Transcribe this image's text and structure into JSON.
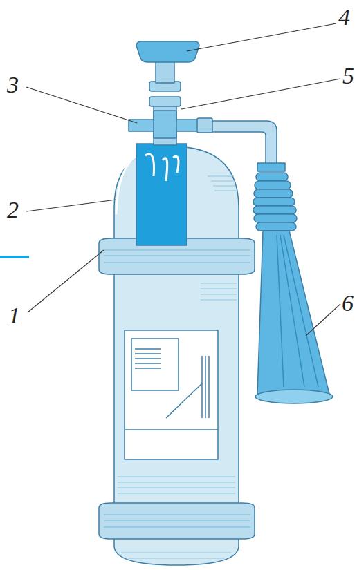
{
  "diagram": {
    "labels": [
      "4",
      "3",
      "5",
      "2",
      "1",
      "6"
    ]
  }
}
